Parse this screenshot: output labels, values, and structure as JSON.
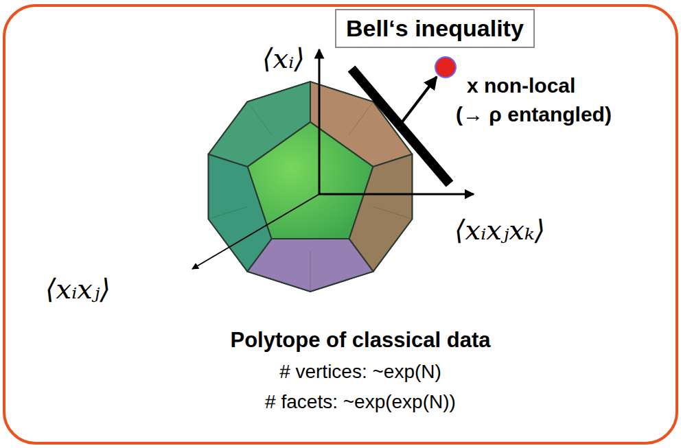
{
  "diagram": {
    "nodes": [
      {
        "text": [
          "Bell‘s inequality"
        ]
      }
    ],
    "labels": [
      "⟨xᵢ⟩",
      "⟨xᵢxⱼxₖ⟩",
      "⟨xᵢxⱼ⟩",
      "x non-local",
      "(→ ρ entangled)",
      "Polytope of classical data",
      "# vertices: ~exp(N)",
      "# facets: ~exp(exp(N))"
    ]
  }
}
